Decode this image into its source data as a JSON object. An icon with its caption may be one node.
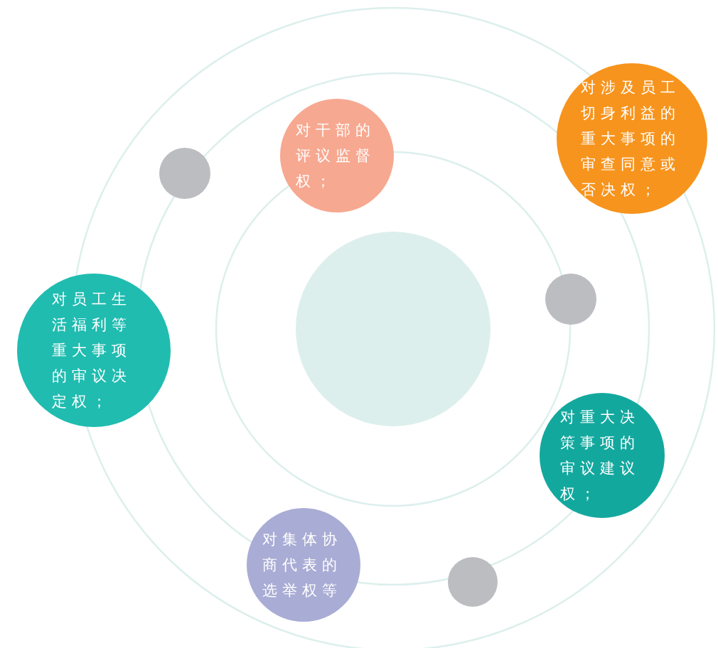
{
  "diagram": {
    "nodes": [
      {
        "text": [],
        "shape": "circle"
      },
      {
        "text": [],
        "shape": "circle"
      },
      {
        "text": [
          "对干部的评议监督权；"
        ]
      },
      {
        "text": [
          "对涉及员工切身利益的重大事项的审查同意或否决权；"
        ]
      },
      {
        "text": [],
        "shape": "circle"
      },
      {
        "text": [
          "对员工生活福利等重大事项的审议决定权；"
        ]
      },
      {
        "text": [
          "对重大决策事项的审议建议权；"
        ]
      },
      {
        "text": [],
        "shape": "circle"
      },
      {
        "text": [
          "对集体协商代表的选举权等"
        ]
      }
    ],
    "edges": []
  }
}
